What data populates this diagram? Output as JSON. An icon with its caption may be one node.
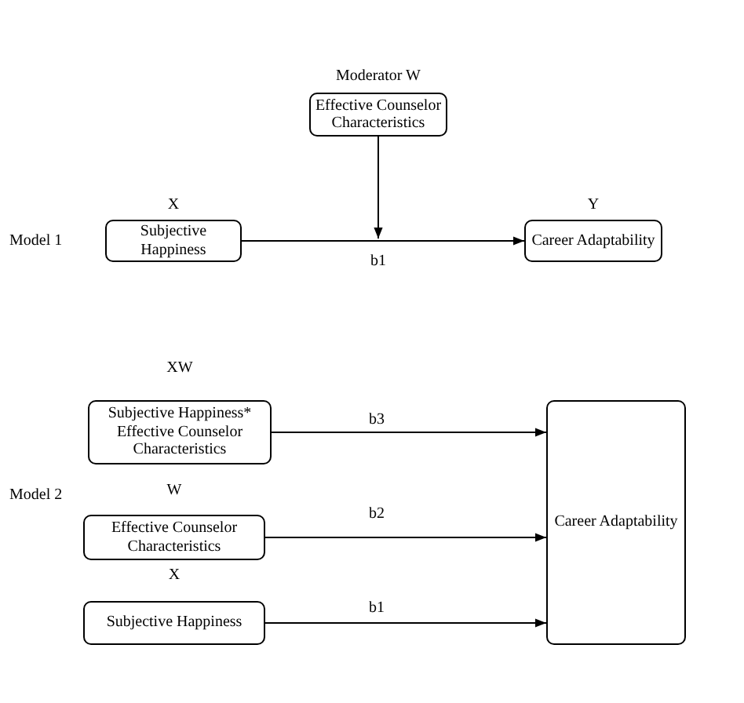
{
  "diagram": {
    "nodes": [
      {
        "text": [
          "Moderator W",
          "Effective Counselor Characteristics"
        ]
      },
      {
        "text": [
          "X",
          "Subjective Happiness"
        ]
      },
      {
        "text": [
          "Y",
          "Career Adaptability"
        ]
      },
      {
        "text": [
          "XW",
          "Subjective Happiness* Effective Counselor Characteristics"
        ]
      },
      {
        "text": [
          "W",
          "Effective Counselor Characteristics"
        ]
      },
      {
        "text": [
          "X",
          "Subjective Happiness"
        ]
      },
      {
        "text": [
          "Career Adaptability"
        ]
      }
    ],
    "edges": [
      {
        "from": 1,
        "to": 2,
        "arrow": "to",
        "label": "b1"
      },
      {
        "from": 0,
        "to": null,
        "arrow": "to"
      },
      {
        "from": 3,
        "to": 6,
        "arrow": "to",
        "label": "b3"
      },
      {
        "from": 4,
        "to": 6,
        "arrow": "to",
        "label": "b2"
      },
      {
        "from": 5,
        "to": 6,
        "arrow": "to",
        "label": "b1"
      }
    ],
    "labels": [
      "Model 1",
      "Model 2"
    ]
  }
}
